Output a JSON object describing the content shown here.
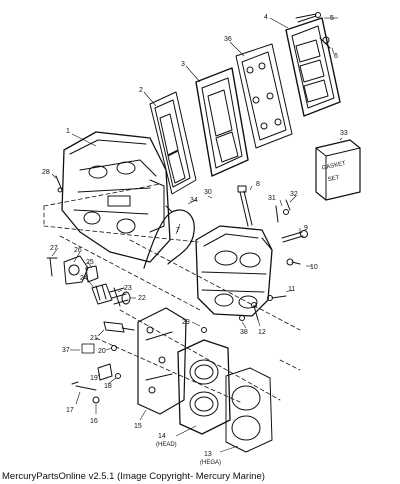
{
  "diagram": {
    "callouts": [
      {
        "id": "c1",
        "text": "1"
      },
      {
        "id": "c2",
        "text": "2"
      },
      {
        "id": "c3",
        "text": "3"
      },
      {
        "id": "c4",
        "text": "4"
      },
      {
        "id": "c5",
        "text": "5"
      },
      {
        "id": "c6",
        "text": "6"
      },
      {
        "id": "c7",
        "text": "7"
      },
      {
        "id": "c8",
        "text": "8"
      },
      {
        "id": "c9",
        "text": "9"
      },
      {
        "id": "c10",
        "text": "10"
      },
      {
        "id": "c11",
        "text": "11"
      },
      {
        "id": "c12",
        "text": "12"
      },
      {
        "id": "c13",
        "text": "13"
      },
      {
        "id": "c14",
        "text": "14"
      },
      {
        "id": "c15",
        "text": "15"
      },
      {
        "id": "c16",
        "text": "16"
      },
      {
        "id": "c17",
        "text": "17"
      },
      {
        "id": "c18",
        "text": "18"
      },
      {
        "id": "c19",
        "text": "19"
      },
      {
        "id": "c20",
        "text": "20"
      },
      {
        "id": "c21",
        "text": "21"
      },
      {
        "id": "c22",
        "text": "22"
      },
      {
        "id": "c23",
        "text": "23"
      },
      {
        "id": "c24",
        "text": "24"
      },
      {
        "id": "c25",
        "text": "25"
      },
      {
        "id": "c26",
        "text": "26"
      },
      {
        "id": "c27",
        "text": "27"
      },
      {
        "id": "c28",
        "text": "28"
      },
      {
        "id": "c29",
        "text": "29"
      },
      {
        "id": "c30",
        "text": "30"
      },
      {
        "id": "c31",
        "text": "31"
      },
      {
        "id": "c32",
        "text": "32"
      },
      {
        "id": "c33",
        "text": "33"
      },
      {
        "id": "c34",
        "text": "34"
      },
      {
        "id": "c36",
        "text": "36"
      },
      {
        "id": "c37",
        "text": "37"
      },
      {
        "id": "c38",
        "text": "38"
      }
    ],
    "head_label": "(HEAD)",
    "hega_label": "(HEGA)",
    "gasket_set_line1": "GASKET",
    "gasket_set_line2": "SET"
  },
  "footer": {
    "text": "MercuryPartsOnline v2.5.1 (Image Copyright- Mercury Marine)"
  }
}
